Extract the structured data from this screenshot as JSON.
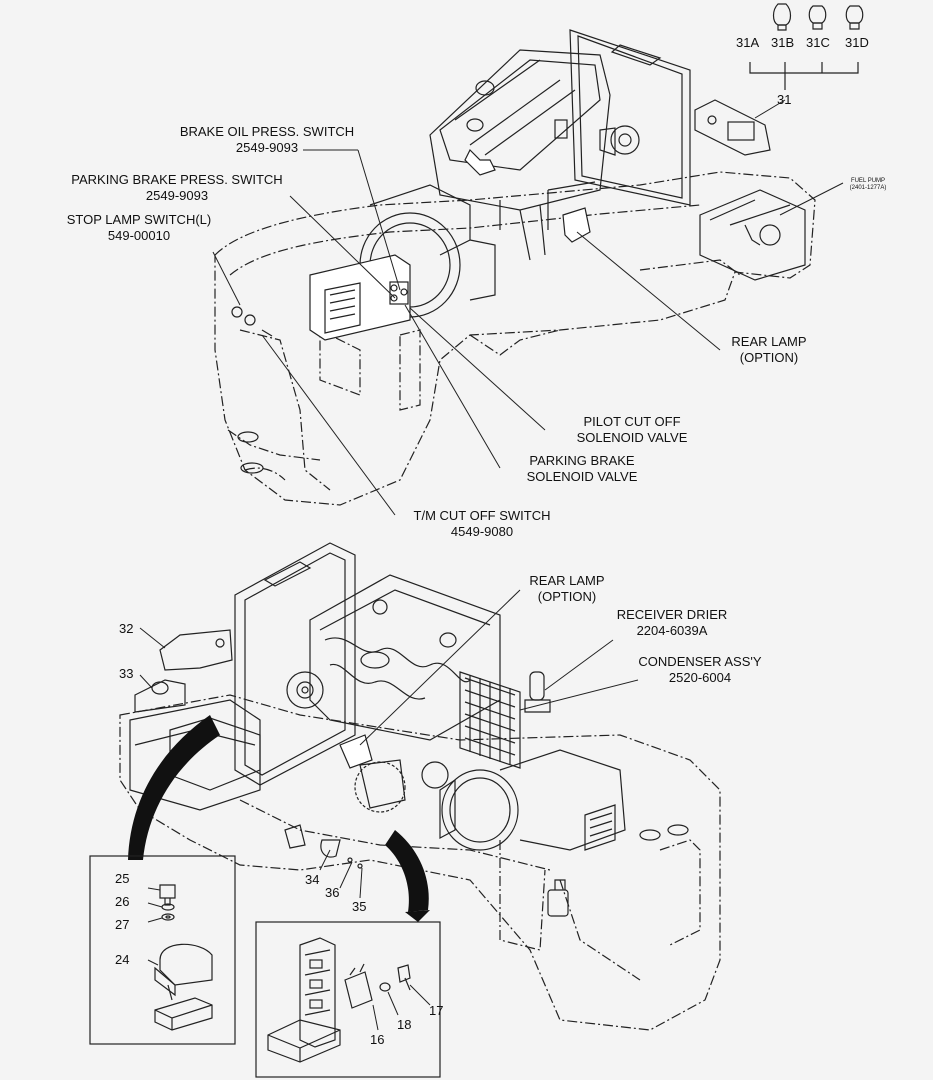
{
  "callouts": {
    "brake_oil_switch": {
      "name": "BRAKE OIL PRESS. SWITCH",
      "part": "2549-9093"
    },
    "parking_brake_switch": {
      "name": "PARKING BRAKE PRESS. SWITCH",
      "part": "2549-9093"
    },
    "stop_lamp_switch": {
      "name": "STOP LAMP SWITCH(L)",
      "part": "549-00010"
    },
    "rear_lamp_top": {
      "name": "REAR LAMP",
      "note": "(OPTION)"
    },
    "pilot_cutoff": {
      "line1": "PILOT CUT OFF",
      "line2": "SOLENOID VALVE"
    },
    "parking_brake_valve": {
      "line1": "PARKING BRAKE",
      "line2": "SOLENOID VALVE"
    },
    "tm_cutoff": {
      "name": "T/M CUT OFF SWITCH",
      "part": "4549-9080"
    },
    "fuel_pump": {
      "name": "FUEL PUMP",
      "part": "(2401-1277A)"
    },
    "rear_lamp_bottom": {
      "name": "REAR LAMP",
      "note": "(OPTION)"
    },
    "receiver_drier": {
      "name": "RECEIVER DRIER",
      "part": "2204-6039A"
    },
    "condenser": {
      "name": "CONDENSER ASS'Y",
      "part": "2520-6004"
    }
  },
  "item_numbers": {
    "n31A": "31A",
    "n31B": "31B",
    "n31C": "31C",
    "n31D": "31D",
    "n31": "31",
    "n32": "32",
    "n33": "33",
    "n34": "34",
    "n35": "35",
    "n36": "36",
    "n25": "25",
    "n26": "26",
    "n27": "27",
    "n24": "24",
    "n16": "16",
    "n17": "17",
    "n18": "18"
  }
}
